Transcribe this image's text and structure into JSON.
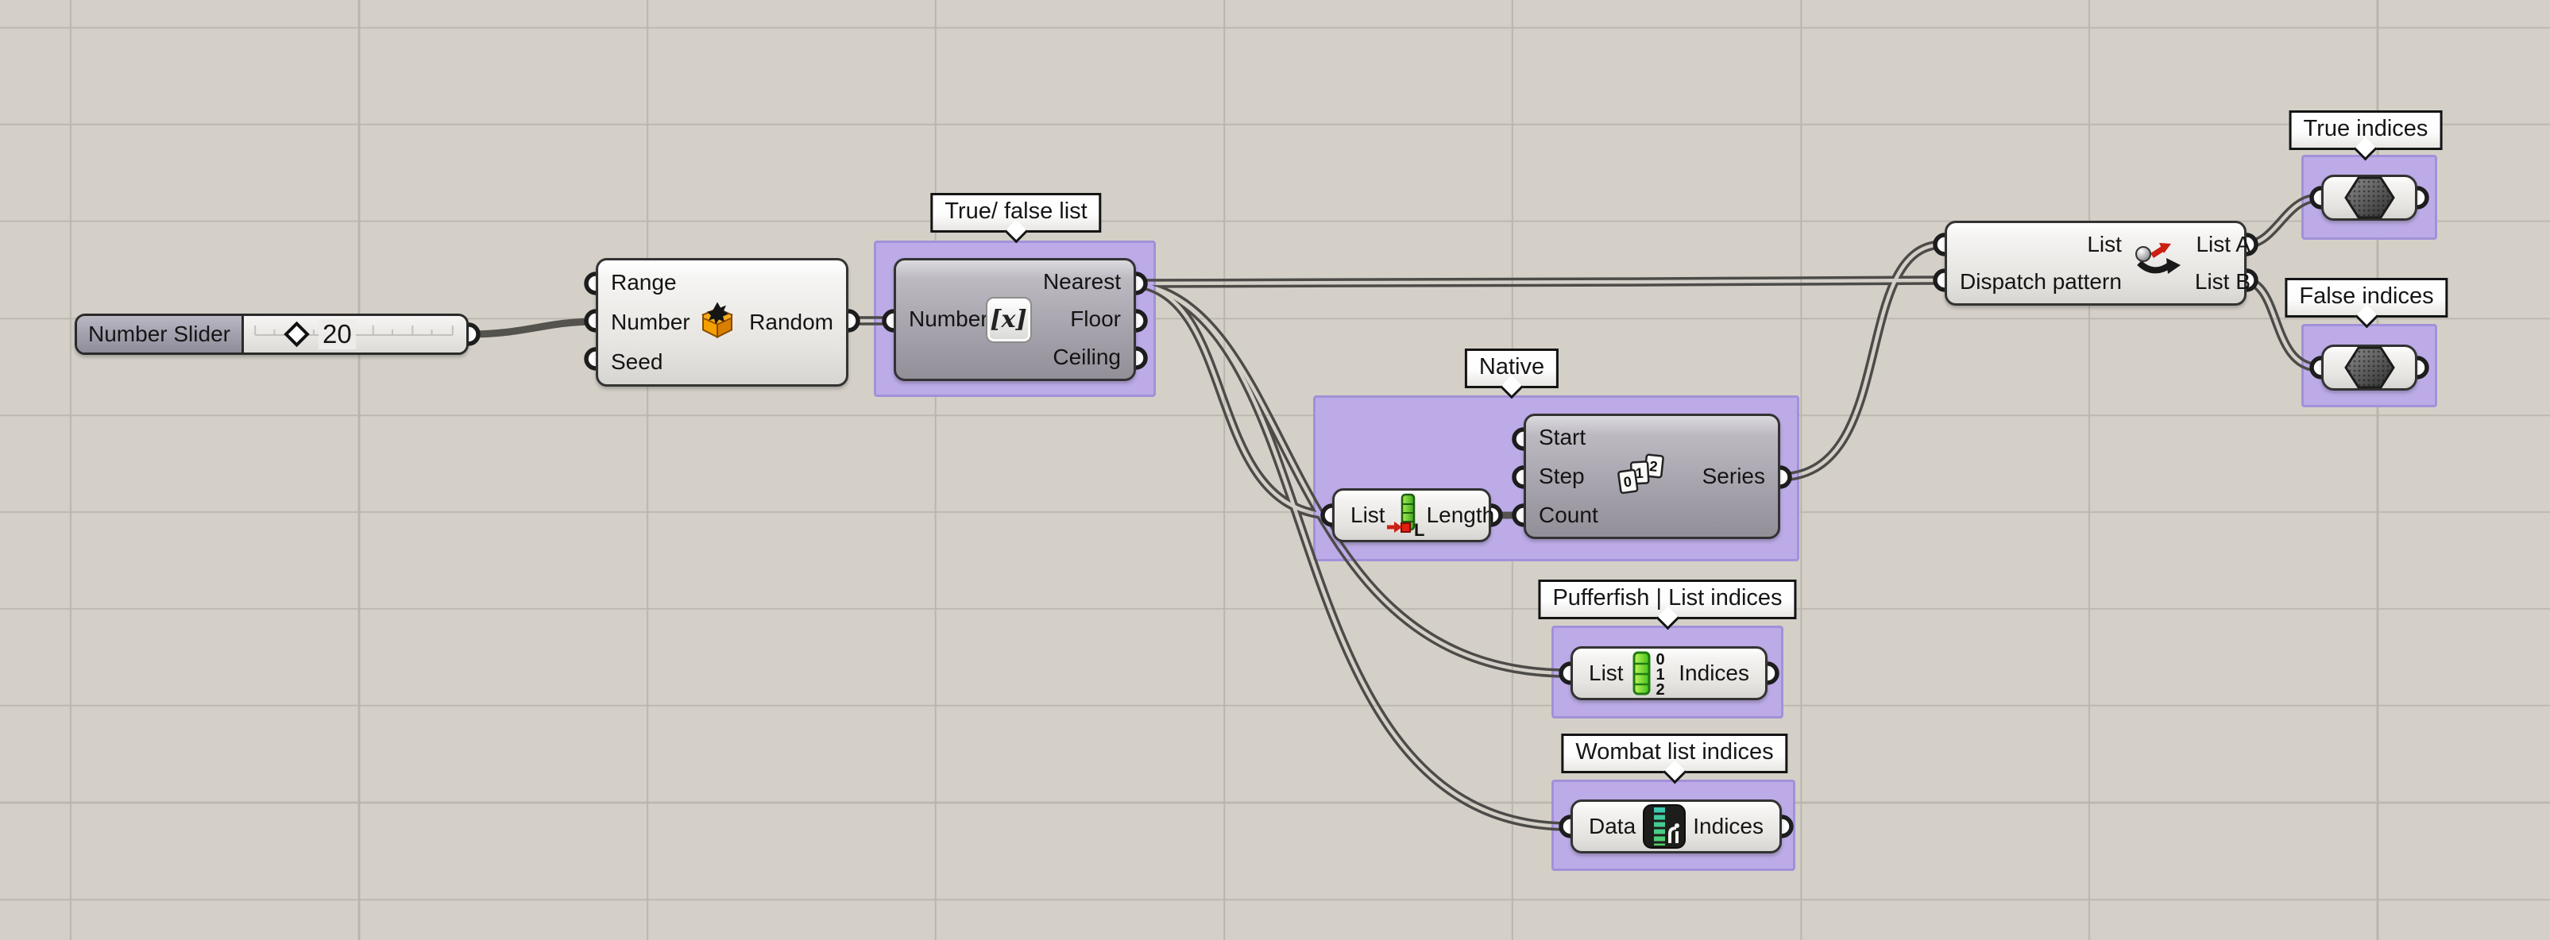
{
  "canvas": {
    "background": "#d4d0c8",
    "grid_line": "#b9b5ac",
    "group_fill": "#bcabe7",
    "group_border": "#a291d8",
    "wire_color": "#4d4b48",
    "dark_node_color": "#a7a3ad",
    "light_node_color": "#e6e4e0",
    "accent_red": "#cc2014",
    "accent_green": "#49c31f",
    "accent_orange": "#f09a00",
    "accent_teal": "#3cc9a8"
  },
  "slider": {
    "label": "Number Slider",
    "value": "20"
  },
  "nodes": {
    "random": {
      "inputs": [
        "Range",
        "Number",
        "Seed"
      ],
      "output": "Random"
    },
    "round": {
      "input": "Number",
      "outputs": [
        "Nearest",
        "Floor",
        "Ceiling"
      ],
      "icon_text": "[x]"
    },
    "list_length": {
      "input": "List",
      "output": "Length",
      "icon_letter": "L"
    },
    "series": {
      "inputs": [
        "Start",
        "Step",
        "Count"
      ],
      "output": "Series",
      "icon_digits": [
        "0",
        "1",
        "2"
      ]
    },
    "pufferfish_indices": {
      "input": "List",
      "output": "Indices",
      "icon_digits": [
        "0",
        "1",
        "2"
      ]
    },
    "wombat_indices": {
      "input": "Data",
      "output": "Indices",
      "icon_letter": "i"
    },
    "dispatch": {
      "inputs": [
        "List",
        "Dispatch pattern"
      ],
      "outputs": [
        "List A",
        "List B"
      ]
    }
  },
  "tags": {
    "true_false_list": "True/ false list",
    "native": "Native",
    "pufferfish": "Pufferfish | List indices",
    "wombat": "Wombat list indices",
    "true_indices": "True indices",
    "false_indices": "False indices"
  }
}
